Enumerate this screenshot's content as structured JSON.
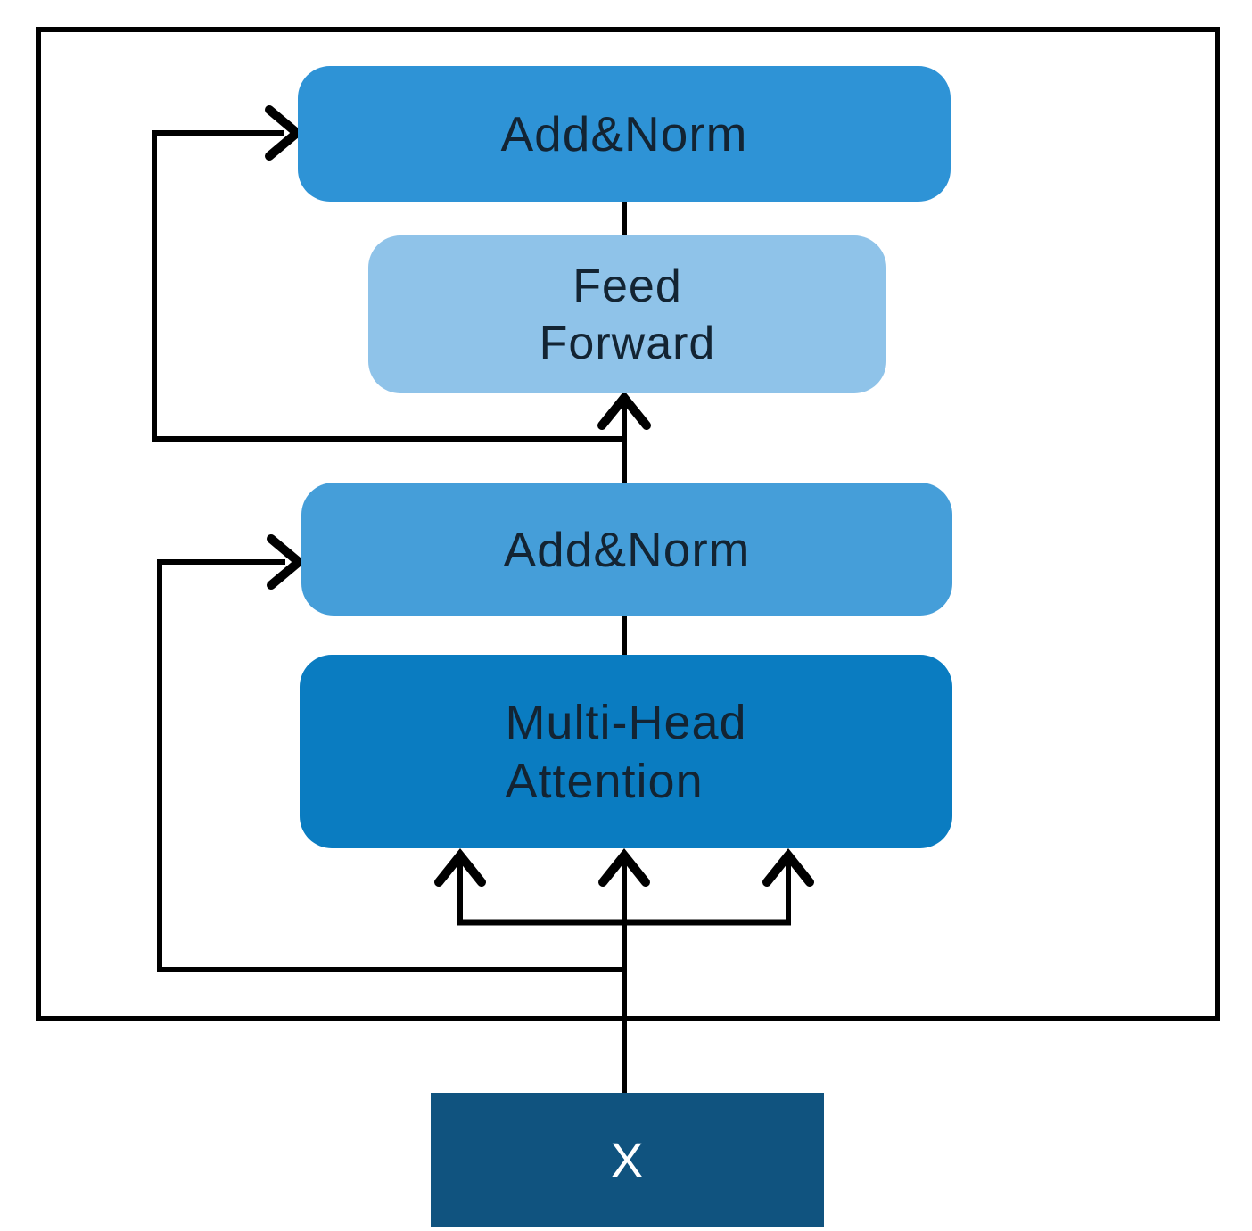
{
  "nodes": {
    "add_norm_top": {
      "label": "Add&Norm",
      "fill": "#2e93d6"
    },
    "feed_forward": {
      "lines": [
        "Feed",
        "Forward"
      ],
      "fill": "#8fc3e9"
    },
    "add_norm_mid": {
      "label": "Add&Norm",
      "fill": "#459ed9"
    },
    "multi_head_attention": {
      "lines": [
        "Multi-Head",
        "Attention"
      ],
      "fill": "#0a7cc1"
    },
    "input_x": {
      "label": "X",
      "fill": "#10537f",
      "text_color": "#ffffff"
    }
  },
  "colors": {
    "background": "#ffffff",
    "outline": "#000000",
    "connector": "#000000",
    "label_text": "#132433"
  }
}
